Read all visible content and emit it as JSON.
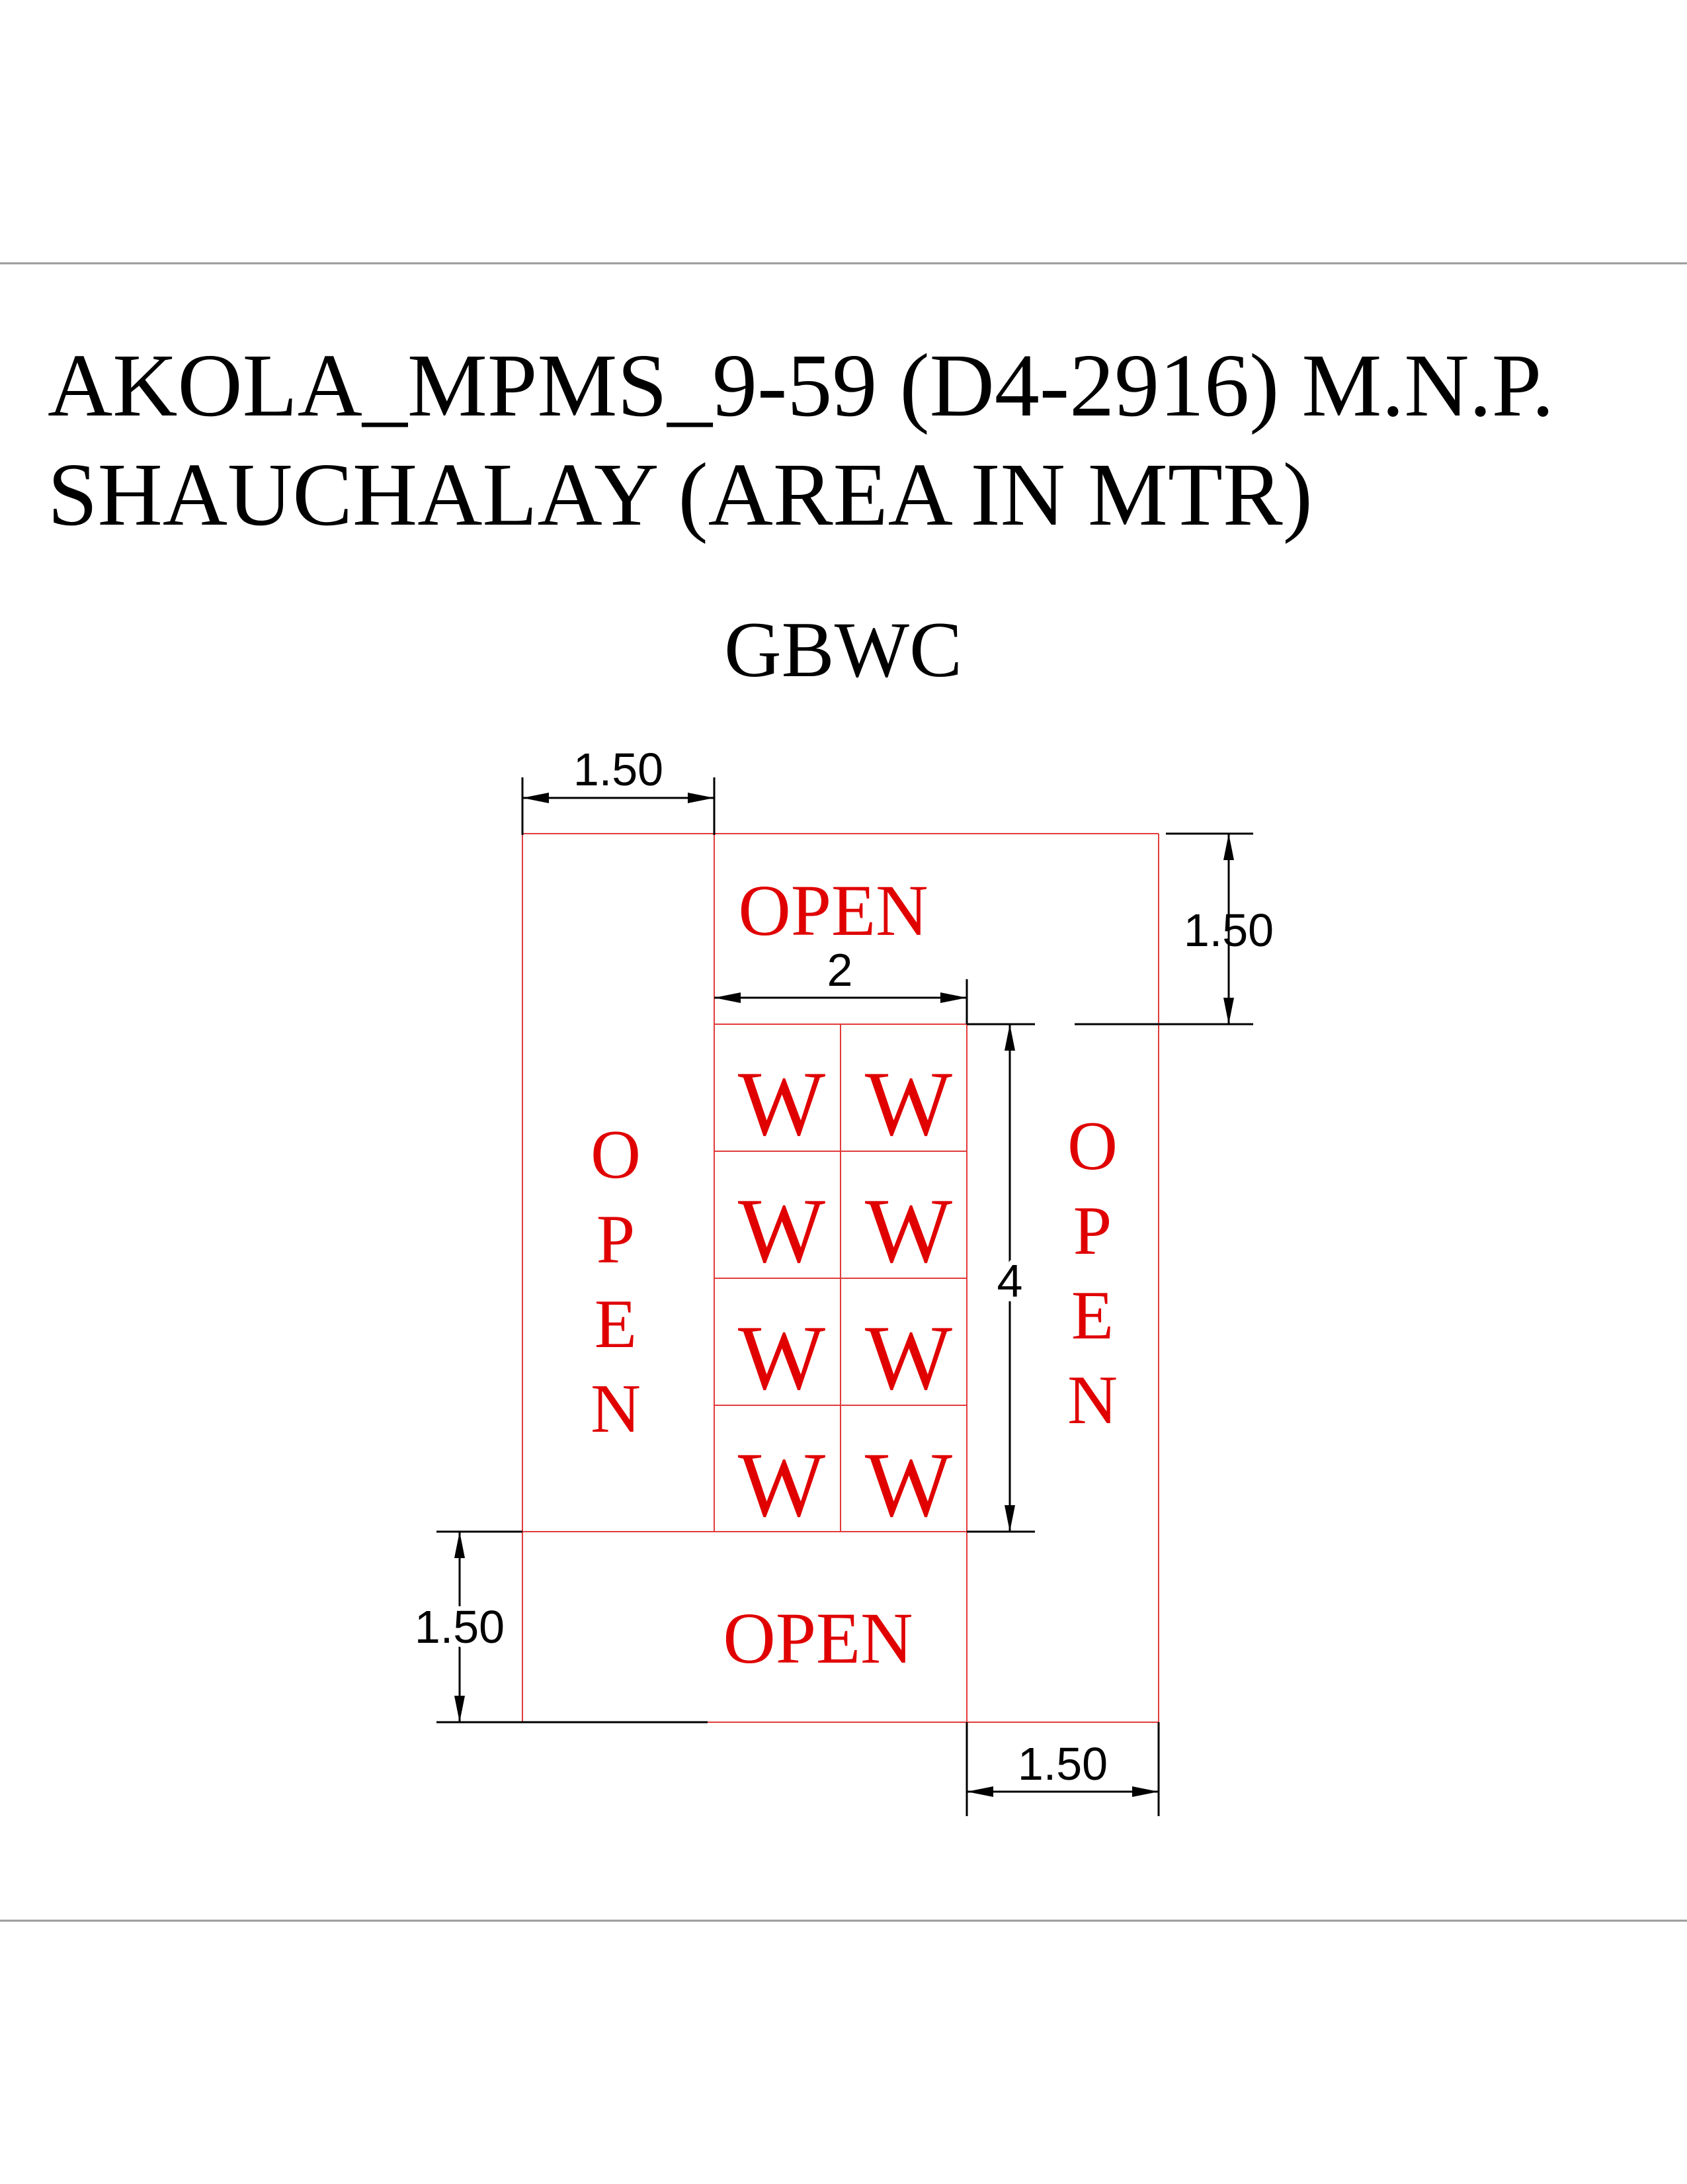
{
  "title_line1": "AKOLA_MPMS_9-59 (D4-2916) M.N.P.",
  "title_line2": "SHAUCHALAY (AREA IN MTR)",
  "subtitle": "GBWC",
  "open_label": "OPEN",
  "open_letters": [
    "O",
    "P",
    "E",
    "N"
  ],
  "wc_label": "W",
  "dimensions": {
    "top_left_width": "1.50",
    "top_right_height": "1.50",
    "building_width": "2",
    "building_height": "4",
    "bottom_left_height": "1.50",
    "bottom_right_width": "1.50"
  },
  "colors": {
    "plan_lines": "#e23b3b",
    "plan_text": "#e00000",
    "dimension_lines": "#000000",
    "frame": "#9a9a9a"
  }
}
